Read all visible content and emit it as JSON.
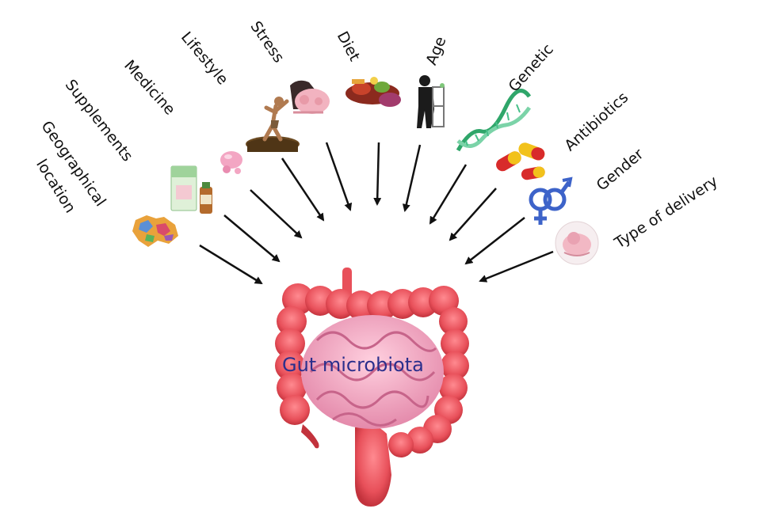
{
  "center_label": "Gut microbiota",
  "factors": [
    {
      "key": "geographical",
      "label": "Geographical",
      "icon": "world-map-icon"
    },
    {
      "key": "location",
      "label": "location",
      "icon": "world-map-icon"
    },
    {
      "key": "supplements",
      "label": "Supplements",
      "icon": "supplement-bottle-icon"
    },
    {
      "key": "medicine",
      "label": "Medicine",
      "icon": "pills-icon"
    },
    {
      "key": "lifestyle",
      "label": "Lifestyle",
      "icon": "exercise-icon"
    },
    {
      "key": "stress",
      "label": "Stress",
      "icon": "stress-person-icon"
    },
    {
      "key": "diet",
      "label": "Diet",
      "icon": "food-icon"
    },
    {
      "key": "age",
      "label": "Age",
      "icon": "elderly-person-icon"
    },
    {
      "key": "genetic",
      "label": "Genetic",
      "icon": "dna-icon"
    },
    {
      "key": "antibiotics",
      "label": "Antibiotics",
      "icon": "capsules-icon"
    },
    {
      "key": "gender",
      "label": "Gender",
      "icon": "gender-symbols-icon"
    },
    {
      "key": "delivery",
      "label": "Type of delivery",
      "icon": "newborn-baby-icon"
    }
  ],
  "colors": {
    "intestine": "#e8505a",
    "intestine_dark": "#c2323c",
    "small_intestine": "#f0a7c0",
    "center_text": "#2b2f8c",
    "arrow": "#111111"
  }
}
